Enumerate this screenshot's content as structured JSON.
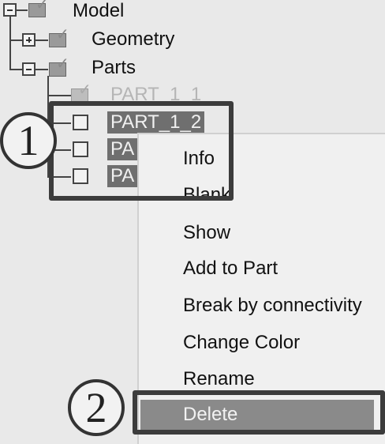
{
  "tree": {
    "root": {
      "label": "Model"
    },
    "children": [
      {
        "label": "Geometry",
        "expander": "plus"
      },
      {
        "label": "Parts",
        "expander": "minus"
      }
    ],
    "parts": [
      {
        "label": "PART_1_1"
      },
      {
        "label": "PART_1_2"
      },
      {
        "label": "PA"
      },
      {
        "label": "PA"
      }
    ]
  },
  "context_menu": {
    "items": [
      "Info",
      "Blank",
      "Show",
      "Add to Part",
      "Break by connectivity",
      "Change Color",
      "Rename",
      "Delete"
    ]
  },
  "callouts": [
    "1",
    "2"
  ],
  "colors": {
    "selection": "#6f6f6f",
    "highlight": "#8a8a8a",
    "callout": "#3c3c3c"
  }
}
